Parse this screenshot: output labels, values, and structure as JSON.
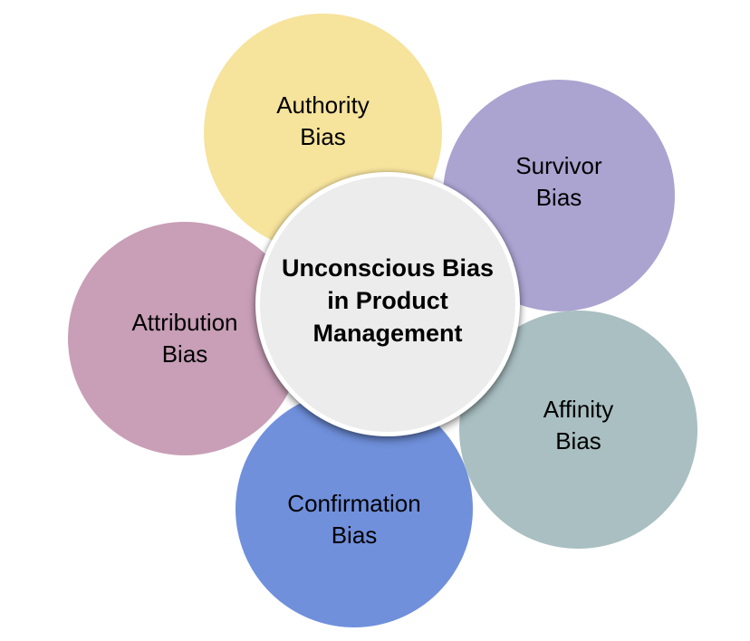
{
  "page": {
    "background": "#FFFFFF",
    "text_color": "#000000"
  },
  "hub": {
    "lines": [
      "Unconscious Bias",
      "in Product",
      "Management"
    ],
    "fill": "#ECECEC",
    "border_color": "#FFFFFF"
  },
  "bubbles": [
    {
      "name": "authority-bias",
      "lines": [
        "Authority",
        "Bias"
      ],
      "fill": "#F6E39C"
    },
    {
      "name": "survivor-bias",
      "lines": [
        "Survivor",
        "Bias"
      ],
      "fill": "#ABA3D0"
    },
    {
      "name": "attribution-bias",
      "lines": [
        "Attribution",
        "Bias"
      ],
      "fill": "#C89FB7"
    },
    {
      "name": "confirmation-bias",
      "lines": [
        "Confirmation",
        "Bias"
      ],
      "fill": "#7090DC"
    },
    {
      "name": "affinity-bias",
      "lines": [
        "Affinity",
        "Bias"
      ],
      "fill": "#A9BFC2"
    }
  ]
}
